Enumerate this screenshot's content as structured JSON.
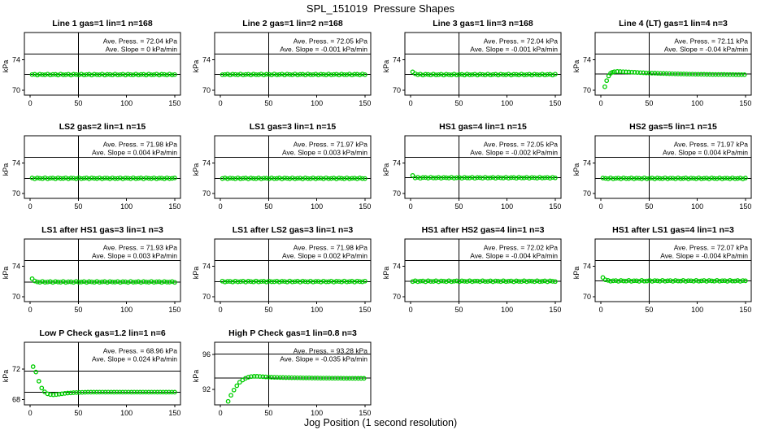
{
  "page": {
    "title": "SPL_151019  Pressure Shapes",
    "x_axis_label": "Jog Position (1 second resolution)"
  },
  "style": {
    "point_color": "#00cd00",
    "axis_color": "#000000",
    "background": "#ffffff"
  },
  "axes_common": {
    "ylabel": "kPa",
    "xlim": [
      -6,
      156
    ],
    "xticks": [
      0,
      50,
      100,
      150
    ],
    "ref_v": [
      50
    ],
    "grid": false,
    "legend": "none"
  },
  "chart_data": [
    {
      "type": "scatter",
      "title": "Line 1 gas=1 lin=1 n=168",
      "ave_press_label": "Ave. Press. = 72.04 kPa",
      "ave_slope_label": "Ave. Slope = 0 kPa/min",
      "yticks": [
        70,
        74
      ],
      "ylim": [
        69.35,
        77.55
      ],
      "ref_h": [
        74.75,
        72.04
      ],
      "series": {
        "kind": "flat",
        "x0": 2,
        "x1": 150,
        "n": 56,
        "y": 72.04,
        "jitter": 0.06
      }
    },
    {
      "type": "scatter",
      "title": "Line 2 gas=1 lin=2 n=168",
      "ave_press_label": "Ave. Press. = 72.05 kPa",
      "ave_slope_label": "Ave. Slope = -0.001 kPa/min",
      "yticks": [
        70,
        74
      ],
      "ylim": [
        69.35,
        77.55
      ],
      "ref_h": [
        74.75,
        72.05
      ],
      "series": {
        "kind": "flat",
        "x0": 2,
        "x1": 150,
        "n": 56,
        "y": 72.05,
        "jitter": 0.06
      }
    },
    {
      "type": "scatter",
      "title": "Line 3 gas=1 lin=3 n=168",
      "ave_press_label": "Ave. Press. = 72.04 kPa",
      "ave_slope_label": "Ave. Slope = -0.001 kPa/min",
      "yticks": [
        70,
        74
      ],
      "ylim": [
        69.35,
        77.55
      ],
      "ref_h": [
        74.75,
        72.04
      ],
      "series": {
        "kind": "flat",
        "x0": 2,
        "x1": 150,
        "n": 56,
        "y": 72.04,
        "jitter": 0.06,
        "y_head": [
          72.4,
          72.15
        ]
      }
    },
    {
      "type": "scatter",
      "title": "Line 4 (LT) gas=1 lin=4 n=3",
      "ave_press_label": "Ave. Press. = 72.11 kPa",
      "ave_slope_label": "Ave. Slope = -0.04 kPa/min",
      "yticks": [
        70,
        74
      ],
      "ylim": [
        69.35,
        77.55
      ],
      "ref_h": [
        74.75,
        72.11
      ],
      "series": {
        "kind": "points",
        "x": [
          4,
          6,
          8,
          10,
          12,
          14,
          17,
          20,
          23,
          26,
          29,
          32,
          35,
          38,
          41,
          44,
          47,
          50,
          53,
          56,
          59,
          62,
          65,
          68,
          71,
          74,
          77,
          80,
          83,
          86,
          89,
          92,
          95,
          98,
          101,
          104,
          107,
          110,
          113,
          116,
          119,
          122,
          125,
          128,
          131,
          134,
          137,
          140,
          143,
          146,
          149
        ],
        "y": [
          70.45,
          71.25,
          71.85,
          72.2,
          72.35,
          72.42,
          72.45,
          72.44,
          72.42,
          72.4,
          72.38,
          72.36,
          72.34,
          72.32,
          72.3,
          72.28,
          72.26,
          72.25,
          72.23,
          72.22,
          72.2,
          72.19,
          72.18,
          72.17,
          72.16,
          72.15,
          72.14,
          72.13,
          72.12,
          72.12,
          72.11,
          72.1,
          72.1,
          72.09,
          72.09,
          72.08,
          72.08,
          72.07,
          72.07,
          72.06,
          72.06,
          72.05,
          72.05,
          72.05,
          72.04,
          72.04,
          72.04,
          72.03,
          72.03,
          72.03,
          72.02
        ]
      }
    },
    {
      "type": "scatter",
      "title": "LS2 gas=2 lin=1 n=15",
      "ave_press_label": "Ave. Press. = 71.98 kPa",
      "ave_slope_label": "Ave. Slope = 0.004 kPa/min",
      "yticks": [
        70,
        74
      ],
      "ylim": [
        69.35,
        77.55
      ],
      "ref_h": [
        74.75,
        71.98
      ],
      "series": {
        "kind": "flat",
        "x0": 2,
        "x1": 150,
        "n": 56,
        "y": 71.98,
        "jitter": 0.06
      }
    },
    {
      "type": "scatter",
      "title": "LS1 gas=3 lin=1 n=15",
      "ave_press_label": "Ave. Press. = 71.97 kPa",
      "ave_slope_label": "Ave. Slope = 0.003 kPa/min",
      "yticks": [
        70,
        74
      ],
      "ylim": [
        69.35,
        77.55
      ],
      "ref_h": [
        74.75,
        71.97
      ],
      "series": {
        "kind": "flat",
        "x0": 2,
        "x1": 150,
        "n": 56,
        "y": 71.97,
        "jitter": 0.06
      }
    },
    {
      "type": "scatter",
      "title": "HS1 gas=4 lin=1 n=15",
      "ave_press_label": "Ave. Press. = 72.05 kPa",
      "ave_slope_label": "Ave. Slope = -0.002 kPa/min",
      "yticks": [
        70,
        74
      ],
      "ylim": [
        69.35,
        77.55
      ],
      "ref_h": [
        74.75,
        72.05
      ],
      "series": {
        "kind": "flat",
        "x0": 2,
        "x1": 150,
        "n": 56,
        "y": 72.05,
        "jitter": 0.06,
        "y_head": [
          72.35
        ]
      }
    },
    {
      "type": "scatter",
      "title": "HS2 gas=5 lin=1 n=15",
      "ave_press_label": "Ave. Press. = 71.97 kPa",
      "ave_slope_label": "Ave. Slope = 0.004 kPa/min",
      "yticks": [
        70,
        74
      ],
      "ylim": [
        69.35,
        77.55
      ],
      "ref_h": [
        74.75,
        71.97
      ],
      "series": {
        "kind": "flat",
        "x0": 2,
        "x1": 150,
        "n": 56,
        "y": 71.97,
        "jitter": 0.06
      }
    },
    {
      "type": "scatter",
      "title": "LS1 after HS1 gas=3 lin=1 n=3",
      "ave_press_label": "Ave. Press. = 71.93 kPa",
      "ave_slope_label": "Ave. Slope = 0.003 kPa/min",
      "yticks": [
        70,
        74
      ],
      "ylim": [
        69.35,
        77.55
      ],
      "ref_h": [
        74.75,
        71.93
      ],
      "series": {
        "kind": "flat",
        "x0": 2,
        "x1": 150,
        "n": 56,
        "y": 71.93,
        "jitter": 0.06,
        "y_head": [
          72.35,
          72.05
        ]
      }
    },
    {
      "type": "scatter",
      "title": "LS1 after LS2 gas=3 lin=1 n=3",
      "ave_press_label": "Ave. Press. = 71.98 kPa",
      "ave_slope_label": "Ave. Slope = 0.002 kPa/min",
      "yticks": [
        70,
        74
      ],
      "ylim": [
        69.35,
        77.55
      ],
      "ref_h": [
        74.75,
        71.98
      ],
      "series": {
        "kind": "flat",
        "x0": 2,
        "x1": 150,
        "n": 56,
        "y": 71.98,
        "jitter": 0.06
      }
    },
    {
      "type": "scatter",
      "title": "HS1 after HS2 gas=4 lin=1 n=3",
      "ave_press_label": "Ave. Press. = 72.02 kPa",
      "ave_slope_label": "Ave. Slope = -0.004 kPa/min",
      "yticks": [
        70,
        74
      ],
      "ylim": [
        69.35,
        77.55
      ],
      "ref_h": [
        74.75,
        72.02
      ],
      "series": {
        "kind": "flat",
        "x0": 2,
        "x1": 150,
        "n": 56,
        "y": 72.02,
        "jitter": 0.06
      }
    },
    {
      "type": "scatter",
      "title": "HS1 after LS1 gas=4 lin=1 n=3",
      "ave_press_label": "Ave. Press. = 72.07 kPa",
      "ave_slope_label": "Ave. Slope = -0.004 kPa/min",
      "yticks": [
        70,
        74
      ],
      "ylim": [
        69.35,
        77.55
      ],
      "ref_h": [
        74.75,
        72.07
      ],
      "series": {
        "kind": "flat",
        "x0": 2,
        "x1": 150,
        "n": 56,
        "y": 72.07,
        "jitter": 0.06,
        "y_head": [
          72.5,
          72.2
        ]
      }
    },
    {
      "type": "scatter",
      "title": "Low P Check gas=1.2 lin=1 n=6",
      "ave_press_label": "Ave. Press. = 68.96 kPa",
      "ave_slope_label": "Ave. Slope = 0.024 kPa/min",
      "yticks": [
        68,
        72
      ],
      "ylim": [
        67.3,
        75.5
      ],
      "ref_h": [
        71.71,
        68.96
      ],
      "series": {
        "kind": "points",
        "x": [
          3,
          6,
          9,
          12,
          15,
          18,
          21,
          24,
          27,
          30,
          33,
          36,
          39,
          42,
          45,
          48,
          51,
          54,
          57,
          60,
          63,
          66,
          69,
          72,
          75,
          78,
          81,
          84,
          87,
          90,
          93,
          96,
          99,
          102,
          105,
          108,
          111,
          114,
          117,
          120,
          123,
          126,
          129,
          132,
          135,
          138,
          141,
          144,
          147,
          150
        ],
        "y": [
          72.3,
          71.6,
          70.4,
          69.5,
          69.0,
          68.75,
          68.65,
          68.62,
          68.65,
          68.7,
          68.75,
          68.8,
          68.84,
          68.87,
          68.9,
          68.92,
          68.93,
          68.94,
          68.95,
          68.96,
          68.96,
          68.97,
          68.96,
          68.97,
          68.97,
          68.96,
          68.97,
          68.97,
          68.96,
          68.97,
          68.97,
          68.96,
          68.97,
          68.97,
          68.96,
          68.97,
          68.97,
          68.96,
          68.97,
          68.97,
          68.96,
          68.97,
          68.97,
          68.96,
          68.97,
          68.97,
          68.96,
          68.97,
          68.97,
          68.96
        ]
      }
    },
    {
      "type": "scatter",
      "title": "High P Check gas=1 lin=0.8 n=3",
      "ave_press_label": "Ave. Press. = 93.28 kPa",
      "ave_slope_label": "Ave. Slope = -0.035 kPa/min",
      "yticks": [
        92,
        96
      ],
      "ylim": [
        90.2,
        97.4
      ],
      "ref_h": [
        96.03,
        93.28
      ],
      "series": {
        "kind": "points",
        "x": [
          8,
          11,
          14,
          17,
          20,
          23,
          26,
          29,
          32,
          35,
          38,
          41,
          44,
          47,
          50,
          53,
          56,
          59,
          62,
          65,
          68,
          71,
          74,
          77,
          80,
          83,
          86,
          89,
          92,
          95,
          98,
          101,
          104,
          107,
          110,
          113,
          116,
          119,
          122,
          125,
          128,
          131,
          134,
          137,
          140,
          143,
          146,
          149
        ],
        "y": [
          90.6,
          91.3,
          91.9,
          92.4,
          92.8,
          93.05,
          93.25,
          93.38,
          93.45,
          93.48,
          93.48,
          93.46,
          93.44,
          93.42,
          93.4,
          93.38,
          93.37,
          93.36,
          93.35,
          93.34,
          93.33,
          93.33,
          93.32,
          93.32,
          93.31,
          93.31,
          93.3,
          93.3,
          93.3,
          93.29,
          93.29,
          93.29,
          93.28,
          93.28,
          93.28,
          93.28,
          93.27,
          93.27,
          93.27,
          93.27,
          93.26,
          93.26,
          93.26,
          93.26,
          93.25,
          93.25,
          93.25,
          93.25
        ]
      }
    }
  ]
}
